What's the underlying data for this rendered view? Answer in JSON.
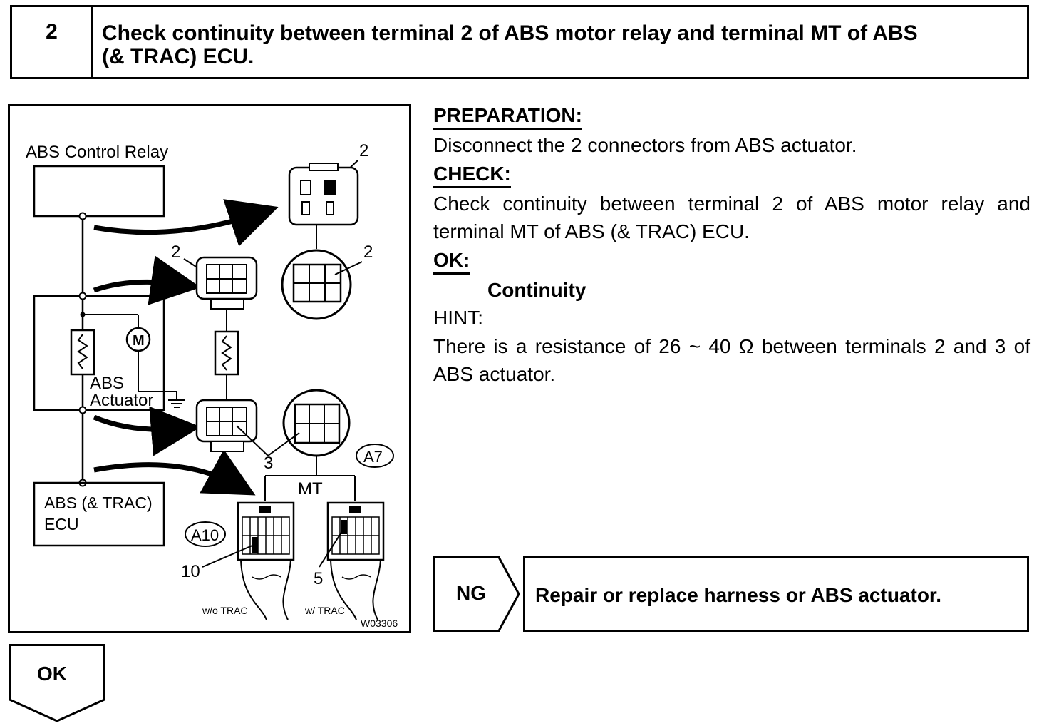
{
  "step": {
    "number": "2",
    "title_line1": "Check continuity between terminal 2 of ABS motor relay and terminal MT of ABS",
    "title_line2": "(& TRAC) ECU."
  },
  "figure": {
    "relay_label": "ABS Control Relay",
    "actuator_label_1": "ABS",
    "actuator_label_2": "Actuator",
    "ecu_label_1": "ABS (& TRAC)",
    "ecu_label_2": "ECU",
    "motor_symbol": "M",
    "terminal_relay": "2",
    "terminal_actuator_top": "2",
    "terminal_socket_top": "2",
    "terminal_3": "3",
    "terminal_mt": "MT",
    "connector_a7": "A7",
    "connector_a10": "A10",
    "terminal_10": "10",
    "terminal_5": "5",
    "wo_trac": "w/o TRAC",
    "w_trac": "w/ TRAC",
    "figure_code": "W03306"
  },
  "instructions": {
    "preparation_label": "PREPARATION:",
    "preparation_text": "Disconnect the 2 connectors from ABS actuator.",
    "check_label": "CHECK:",
    "check_text": "Check continuity between terminal 2 of ABS motor relay and terminal MT of ABS (& TRAC) ECU.",
    "ok_label": "OK:",
    "ok_value": "Continuity",
    "hint_label": "HINT:",
    "hint_text": "There is a resistance of 26 ~ 40 Ω between terminals 2 and 3 of ABS actuator."
  },
  "results": {
    "ng_label": "NG",
    "ng_action": "Repair or replace harness or ABS actuator.",
    "ok_label": "OK"
  }
}
